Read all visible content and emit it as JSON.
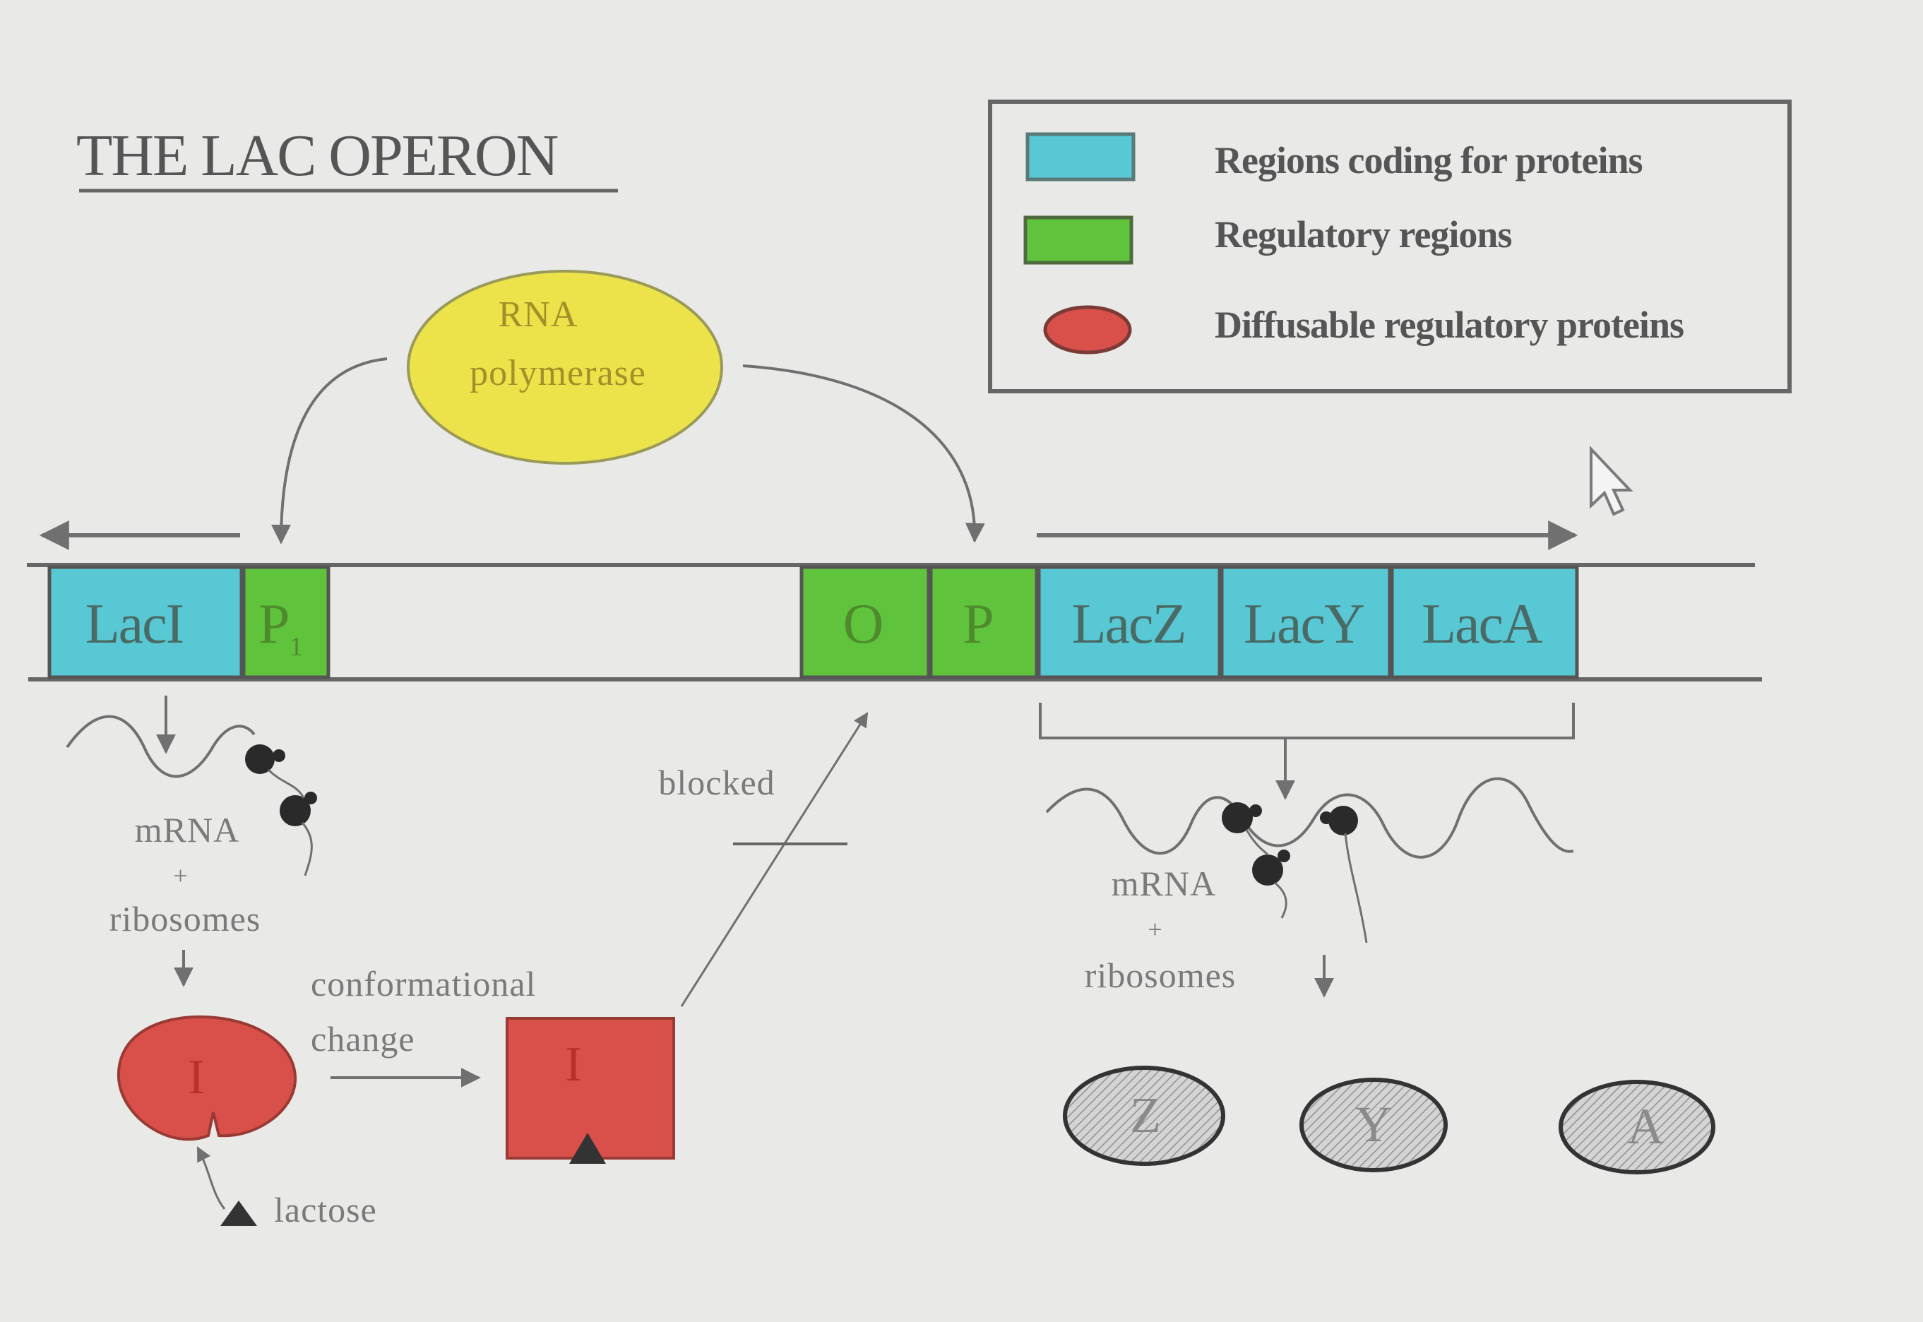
{
  "title": "THE LAC OPERON",
  "legend": {
    "items": [
      {
        "label": "Regions coding for proteins",
        "color": "#57c8d4"
      },
      {
        "label": "Regulatory regions",
        "color": "#5fc33c"
      },
      {
        "label": "Diffusable regulatory proteins",
        "color": "#d9504a"
      }
    ]
  },
  "dna": {
    "lacI": "LacI",
    "p1_main": "P",
    "p1_sub": "1",
    "operator": "O",
    "promoter": "P",
    "lacZ": "LacZ",
    "lacY": "LacY",
    "lacA": "LacA"
  },
  "rna_polymerase": {
    "line1": "RNA",
    "line2": "polymerase"
  },
  "left_expression": {
    "mrna": "mRNA",
    "plus": "+",
    "ribosomes": "ribosomes"
  },
  "right_expression": {
    "mrna": "mRNA",
    "plus": "+",
    "ribosomes": "ribosomes"
  },
  "repressor": {
    "label": "I",
    "bound_label": "I"
  },
  "conformational_change": {
    "line1": "conformational",
    "line2": "change"
  },
  "lactose": "lactose",
  "blocked": "blocked",
  "proteins": [
    "Z",
    "Y",
    "A"
  ],
  "colors": {
    "coding": "#57c8d4",
    "regulatory": "#5fc33c",
    "repressor": "#d9504a",
    "polymerase": "#ece24a"
  }
}
